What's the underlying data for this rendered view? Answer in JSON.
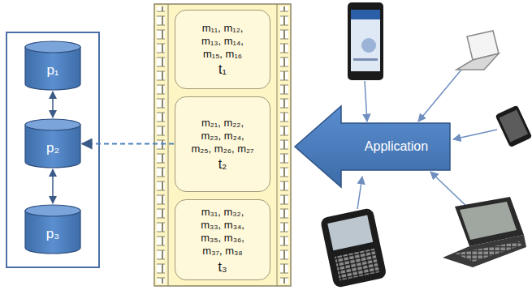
{
  "diagram": {
    "nodes": [
      {
        "text": [
          "p₁"
        ]
      },
      {
        "text": [
          "p₂"
        ]
      },
      {
        "text": [
          "p₃"
        ]
      },
      {
        "text": [
          "m₁₁, m₁₂, m₁₃, m₁₄, m₁₅, m₁₆",
          "t₁"
        ]
      },
      {
        "text": [
          "m₂₁, m₂₂, m₂₃, m₂₄, m₂₅, m₂₆, m₂₇",
          "t₂"
        ]
      },
      {
        "text": [
          "m₃₁, m₃₂, m₃₃, m₃₄, m₃₅, m₃₆, m₃₇, m₃₈",
          "t₃"
        ]
      },
      {
        "text": [
          "Application"
        ]
      }
    ],
    "edges": [
      {
        "from": 0,
        "to": 1,
        "arrow": "both"
      },
      {
        "from": 1,
        "to": 2,
        "arrow": "both"
      },
      {
        "from": 4,
        "to": 1,
        "arrow": "to"
      }
    ]
  }
}
